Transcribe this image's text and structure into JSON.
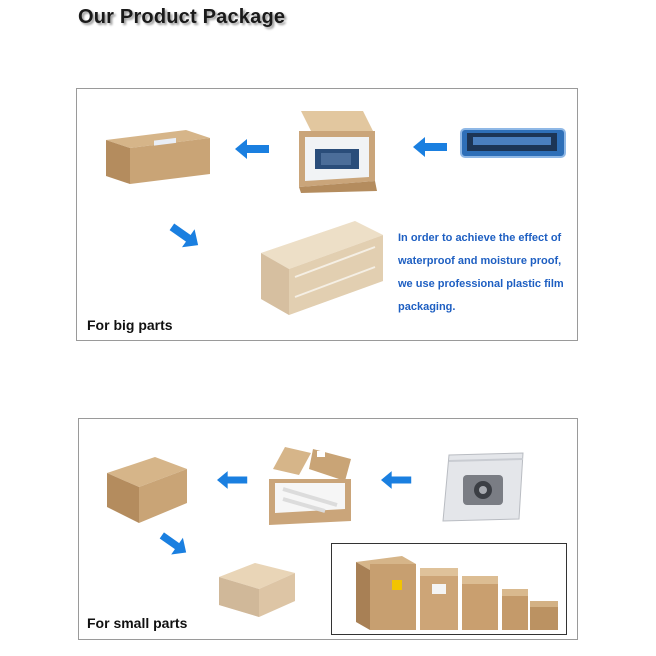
{
  "page_title": "Our Product Package",
  "big_parts": {
    "caption": "For big parts",
    "note": "In order to achieve the effect of waterproof and moisture proof, we use professional plastic film packaging."
  },
  "small_parts": {
    "caption": "For small parts"
  },
  "colors": {
    "accent_blue": "#1a7fe0",
    "cardboard": "#c9a476",
    "note_text": "#1e5fc2",
    "panel_border": "#9a9a9a"
  }
}
